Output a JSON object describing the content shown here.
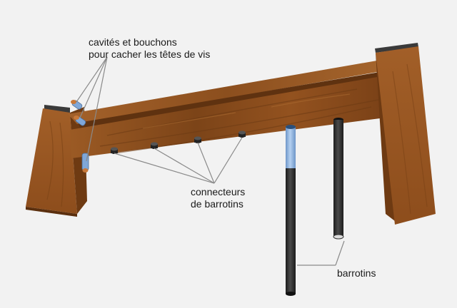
{
  "annotations": {
    "cavities": {
      "line1": "cavités et bouchons",
      "line2": "pour cacher les têtes de vis"
    },
    "connectors": {
      "line1": "connecteurs",
      "line2": "de barrotins"
    },
    "bars": {
      "line1": "barrotins"
    }
  },
  "colors": {
    "wood": "#8a4e1f",
    "wood_dark": "#6a3a14",
    "wood_light": "#b06a2c",
    "bar": "#2b2b2b",
    "bar_highlight": "#8fb4e0",
    "plug": "#c8793a",
    "leader_line": "#8a8a8a",
    "background": "#f2f2f2"
  }
}
